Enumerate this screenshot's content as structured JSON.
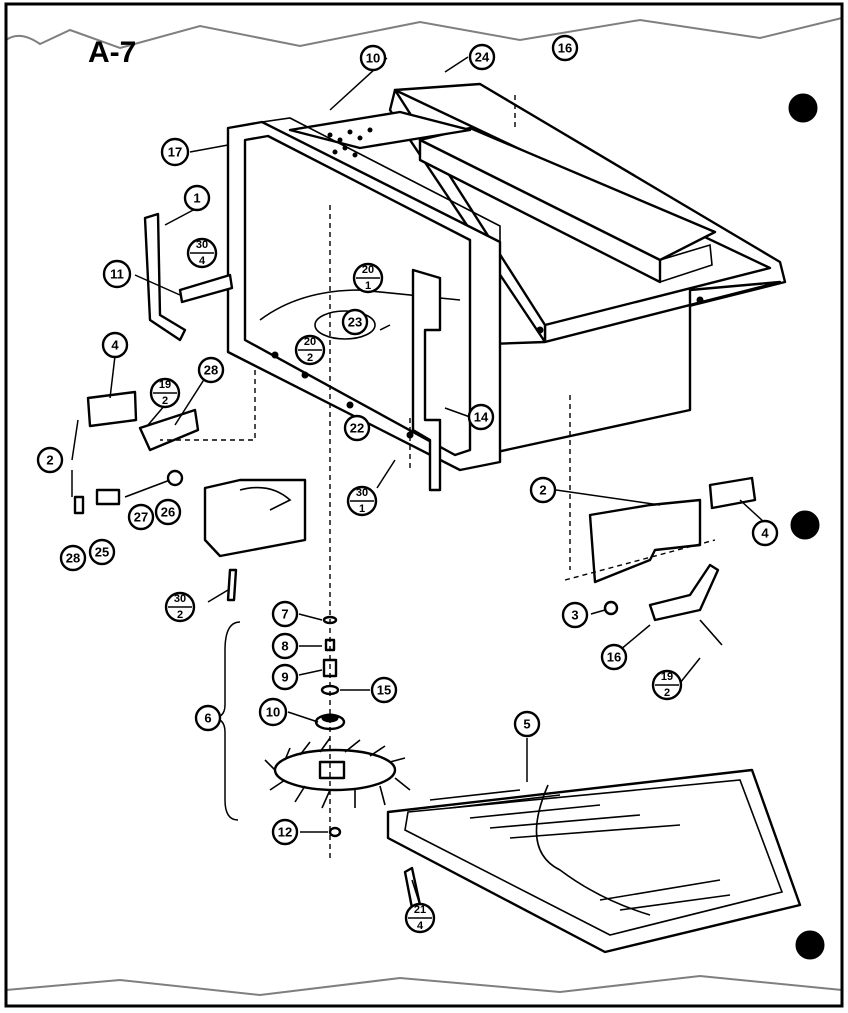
{
  "diagram": {
    "title": "A-7",
    "callouts": [
      {
        "id": "c10a",
        "label": "10"
      },
      {
        "id": "c24",
        "label": "24"
      },
      {
        "id": "c16a",
        "label": "16"
      },
      {
        "id": "c17",
        "label": "17"
      },
      {
        "id": "c1",
        "label": "1"
      },
      {
        "id": "c11",
        "label": "11"
      },
      {
        "id": "c4a",
        "label": "4"
      },
      {
        "id": "c28a",
        "label": "28"
      },
      {
        "id": "c2a",
        "label": "2"
      },
      {
        "id": "c27",
        "label": "27"
      },
      {
        "id": "c26",
        "label": "26"
      },
      {
        "id": "c28b",
        "label": "28"
      },
      {
        "id": "c25",
        "label": "25"
      },
      {
        "id": "c23",
        "label": "23"
      },
      {
        "id": "c22",
        "label": "22"
      },
      {
        "id": "c14",
        "label": "14"
      },
      {
        "id": "c2b",
        "label": "2"
      },
      {
        "id": "c4b",
        "label": "4"
      },
      {
        "id": "c3",
        "label": "3"
      },
      {
        "id": "c16b",
        "label": "16"
      },
      {
        "id": "c7",
        "label": "7"
      },
      {
        "id": "c8",
        "label": "8"
      },
      {
        "id": "c9",
        "label": "9"
      },
      {
        "id": "c15",
        "label": "15"
      },
      {
        "id": "c10b",
        "label": "10"
      },
      {
        "id": "c6",
        "label": "6"
      },
      {
        "id": "c12",
        "label": "12"
      },
      {
        "id": "c5",
        "label": "5"
      }
    ],
    "fraction_callouts": [
      {
        "id": "f30_4",
        "top": "30",
        "bottom": "4"
      },
      {
        "id": "f20_1",
        "top": "20",
        "bottom": "1"
      },
      {
        "id": "f20_2",
        "top": "20",
        "bottom": "2"
      },
      {
        "id": "f19_2a",
        "top": "19",
        "bottom": "2"
      },
      {
        "id": "f30_1",
        "top": "30",
        "bottom": "1"
      },
      {
        "id": "f30_2",
        "top": "30",
        "bottom": "2"
      },
      {
        "id": "f19_2b",
        "top": "19",
        "bottom": "2"
      },
      {
        "id": "f21_4",
        "top": "21",
        "bottom": "4"
      }
    ],
    "colors": {
      "ink": "#000000",
      "paper": "#ffffff"
    }
  }
}
